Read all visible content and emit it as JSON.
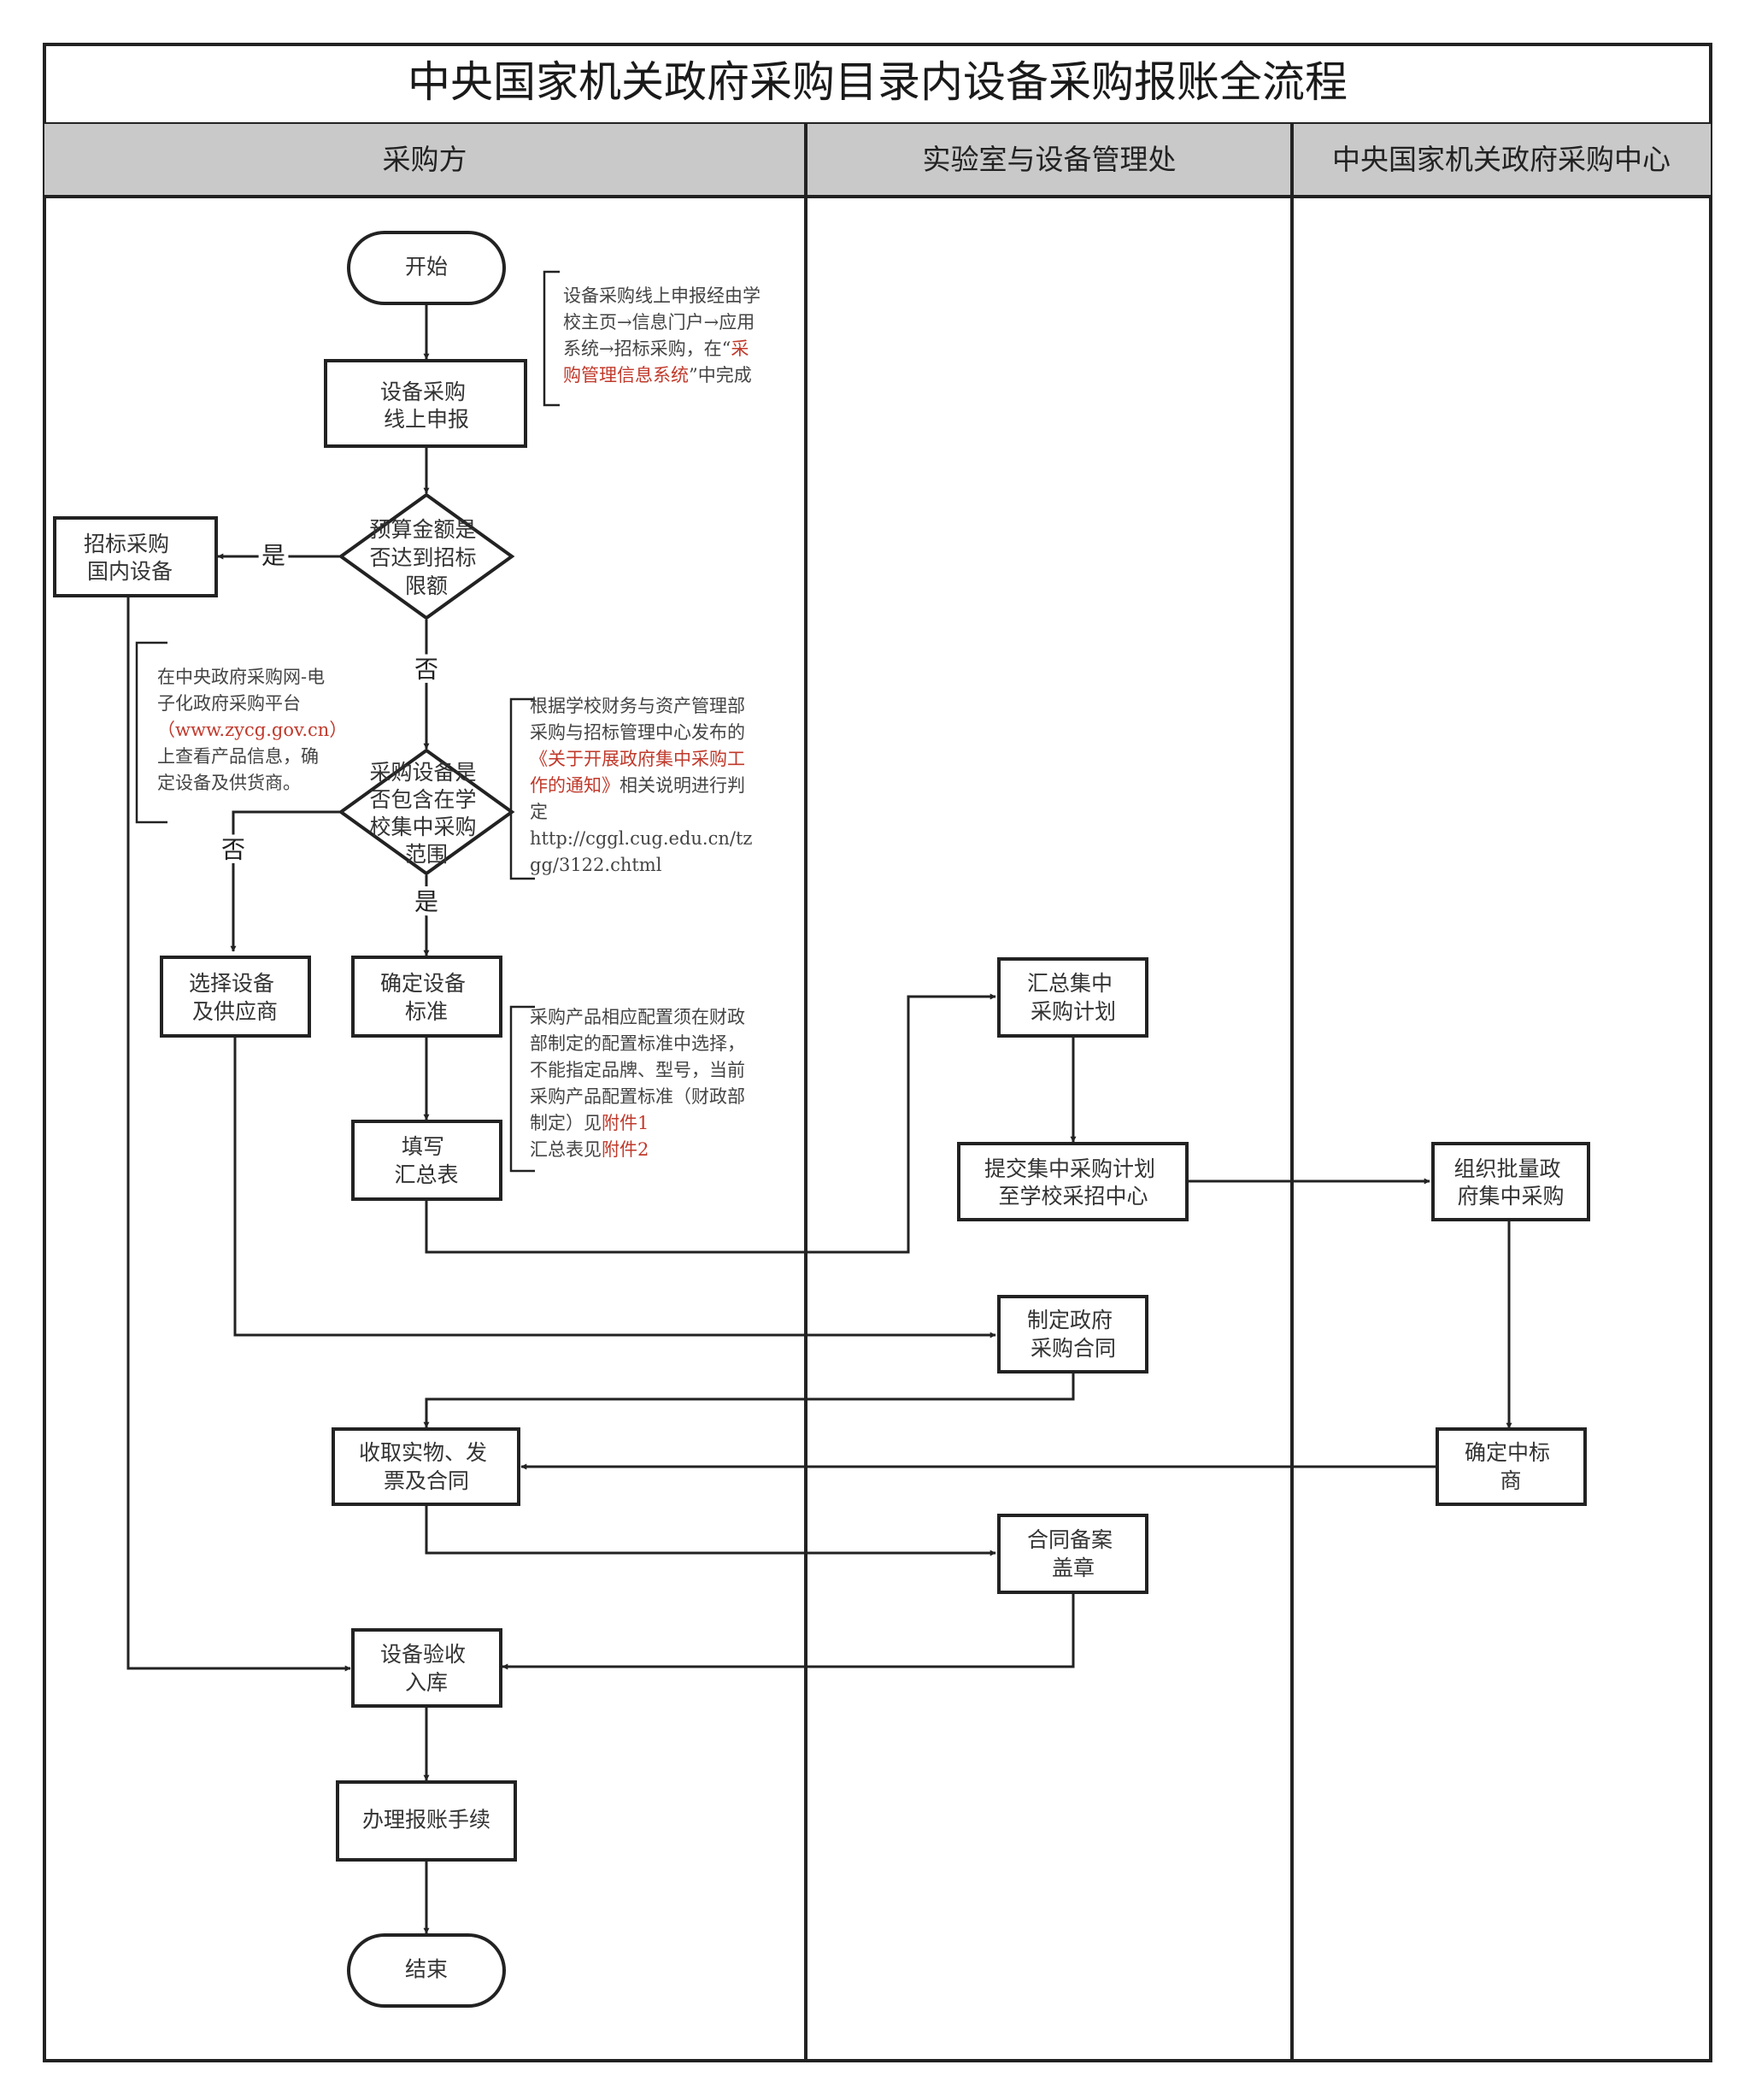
{
  "title": "中央国家机关政府采购目录内设备采购报账全流程",
  "lanes": [
    "采购方",
    "实验室与设备管理处",
    "中央国家机关政府采购中心"
  ],
  "nodes": {
    "start": "开始",
    "online_apply": [
      "设备采购",
      "线上申报"
    ],
    "budget_check": [
      "预算金额是",
      "否达到招标",
      "限额"
    ],
    "tender_domestic": [
      "招标采购",
      "国内设备"
    ],
    "scope_check": [
      "采购设备是",
      "否包含在学",
      "校集中采购",
      "范围"
    ],
    "select_supplier": [
      "选择设备",
      "及供应商"
    ],
    "confirm_standard": [
      "确定设备",
      "标准"
    ],
    "fill_summary": [
      "填写",
      "汇总表"
    ],
    "summarize_plan": [
      "汇总集中",
      "采购计划"
    ],
    "submit_plan": [
      "提交集中采购计划",
      "至学校采招中心"
    ],
    "organize_batch": [
      "组织批量政",
      "府集中采购"
    ],
    "make_contract": [
      "制定政府",
      "采购合同"
    ],
    "receive_goods": [
      "收取实物、发",
      "票及合同"
    ],
    "confirm_winner": [
      "确定中标",
      "商"
    ],
    "contract_filing": [
      "合同备案",
      "盖章"
    ],
    "acceptance": [
      "设备验收",
      "入库"
    ],
    "reimburse": "办理报账手续",
    "end": "结束"
  },
  "edge_labels": {
    "yes_budget": "是",
    "no_budget": "否",
    "no_scope": "否",
    "yes_scope": "是"
  },
  "notes": {
    "online_path": [
      [
        {
          "t": "设备采购线上申报经由学"
        }
      ],
      [
        {
          "t": "校主页→信息门户→应用"
        }
      ],
      [
        {
          "t": "系统→招标采购，在“"
        },
        {
          "t": "采",
          "red": true
        }
      ],
      [
        {
          "t": "购管理信息系统",
          "red": true
        },
        {
          "t": "”中完成"
        }
      ]
    ],
    "zycg": [
      [
        {
          "t": "在中央政府采购网-电"
        }
      ],
      [
        {
          "t": "子化政府采购平台"
        }
      ],
      [
        {
          "t": "（www.zycg.gov.cn）",
          "red": true
        }
      ],
      [
        {
          "t": "上查看产品信息，确"
        }
      ],
      [
        {
          "t": "定设备及供货商。"
        }
      ]
    ],
    "scope_basis": [
      [
        {
          "t": "根据学校财务与资产管理部"
        }
      ],
      [
        {
          "t": "采购与招标管理中心发布的"
        }
      ],
      [
        {
          "t": "《关于开展政府集中采购工",
          "red": true
        }
      ],
      [
        {
          "t": "作的通知》",
          "red": true
        },
        {
          "t": "相关说明进行判"
        }
      ],
      [
        {
          "t": "定"
        }
      ],
      [
        {
          "t": "http://cggl.cug.edu.cn/tz"
        }
      ],
      [
        {
          "t": "gg/3122.chtml"
        }
      ]
    ],
    "config_standard": [
      [
        {
          "t": "采购产品相应配置须在财政"
        }
      ],
      [
        {
          "t": "部制定的配置标准中选择，"
        }
      ],
      [
        {
          "t": "不能指定品牌、型号，当前"
        }
      ],
      [
        {
          "t": "采购产品配置标准（财政部"
        }
      ],
      [
        {
          "t": "制定）见"
        },
        {
          "t": "附件1",
          "red": true
        }
      ],
      [
        {
          "t": "汇总表见"
        },
        {
          "t": "附件2",
          "red": true
        }
      ]
    ]
  },
  "colors": {
    "lane_header_bg": "#c9c9c9",
    "stroke": "#222222",
    "highlight": "#c0392b"
  }
}
